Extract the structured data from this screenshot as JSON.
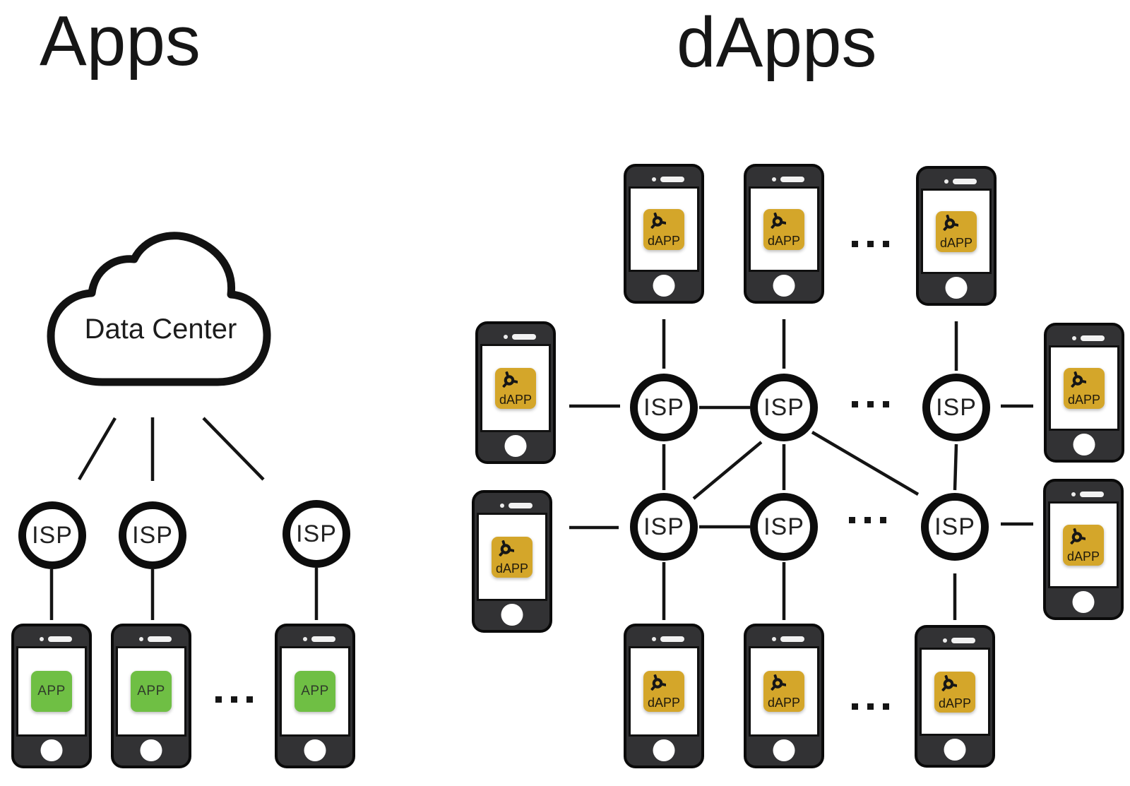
{
  "left_panel": {
    "title": "Apps",
    "cloud_label": "Data Center",
    "isp_label": "ISP",
    "app_tile_label": "APP",
    "ellipsis": "...",
    "isp_node_count": 3,
    "phone_count": 3
  },
  "right_panel": {
    "title": "dApps",
    "isp_label": "ISP",
    "dapp_tile_label": "dAPP",
    "ellipsis": "...",
    "isp_node_count": 6,
    "phone_count": 10
  },
  "colors": {
    "app_green": "#6fbf44",
    "dapp_gold": "#d4a62a",
    "phone_body": "#323234",
    "ink": "#141414"
  }
}
